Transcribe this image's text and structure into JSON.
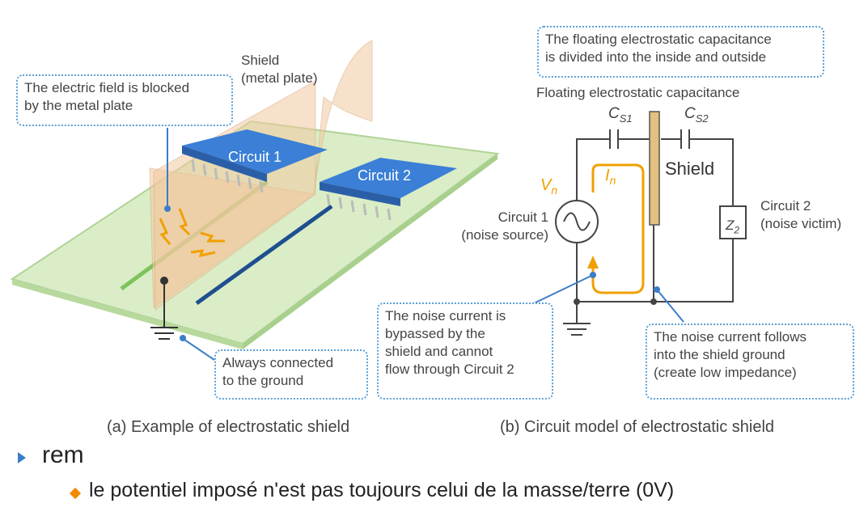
{
  "left_figure": {
    "shield_label": "Shield\n(metal plate)",
    "callout_blocked": "The electric field is blocked\nby the metal plate",
    "circuit1": "Circuit 1",
    "circuit2": "Circuit 2",
    "callout_ground": "Always connected\nto the ground",
    "caption": "(a) Example of electrostatic shield"
  },
  "right_figure": {
    "callout_floating": "The floating electrostatic capacitance\nis divided into the inside and outside",
    "floating_title": "Floating electrostatic capacitance",
    "cs1": "C",
    "cs1_sub": "S1",
    "cs2": "C",
    "cs2_sub": "S2",
    "shield": "Shield",
    "vn": "V",
    "vn_sub": "n",
    "in": "I",
    "in_sub": "n",
    "circuit1_label": "Circuit 1\n(noise source)",
    "z2": "Z",
    "z2_sub": "2",
    "circuit2_label": "Circuit 2\n(noise victim)",
    "callout_bypass": "The noise current is\nbypassed by the\nshield and cannot\nflow through Circuit 2",
    "callout_follows": "The noise current follows\ninto the shield ground\n(create low impedance)",
    "caption": "(b) Circuit model of electrostatic shield"
  },
  "bullets": {
    "main": "rem",
    "sub": "le potentiel imposé n'est pas toujours celui de la masse/terre (0V)"
  },
  "colors": {
    "accent": "#3a7dc9",
    "orange": "#f0a000",
    "board": "#c9e3b2"
  }
}
